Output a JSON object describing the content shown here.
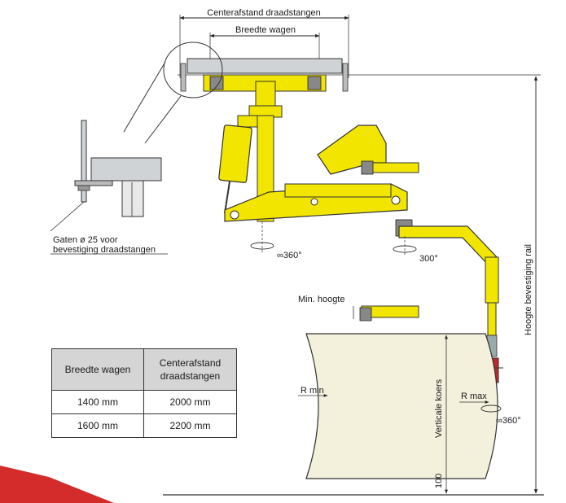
{
  "labels": {
    "center_distance": "Centerafstand draadstangen",
    "cart_width": "Breedte wagen",
    "holes": "Gaten ø 25 voor",
    "holes_line2": "bevestiging draadstangen",
    "rot_360_a": "∞360°",
    "rot_300": "300°",
    "min_height": "Min. hoogte",
    "rail_height": "Hoogte bevestiging rail",
    "vertical_stroke": "Verticale koers",
    "r_min": "R min",
    "r_max": "R max",
    "rot_360_b": "∞360°",
    "offset": "100"
  },
  "table": {
    "header_col1": "Breedte wagen",
    "header_col2_line1": "Centerafstand",
    "header_col2_line2": "draadstangen",
    "rows": [
      {
        "width": "1400 mm",
        "distance": "2000 mm"
      },
      {
        "width": "1600 mm",
        "distance": "2200 mm"
      }
    ]
  },
  "colors": {
    "machine_yellow": "#f2e600",
    "drum_fill": "#f3f0dc",
    "gripper_red": "#c0272d",
    "brand_red": "#d42b2b"
  }
}
